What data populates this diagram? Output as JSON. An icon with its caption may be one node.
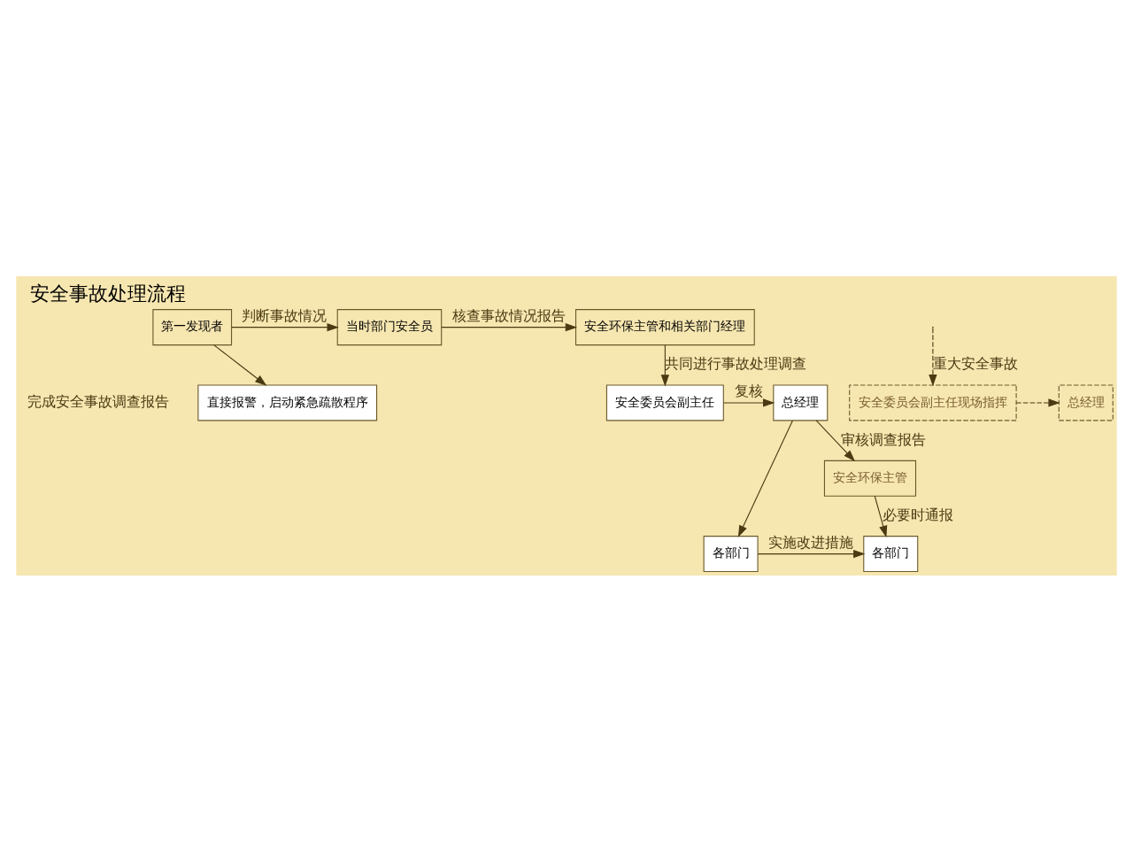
{
  "diagram": {
    "title": "安全事故处理流程",
    "nodes": [
      {
        "text": [
          "第一发现者"
        ]
      },
      {
        "text": [
          "当时部门安全员"
        ]
      },
      {
        "text": [
          "安全环保主管和相关部门经理"
        ]
      },
      {
        "text": [
          "直接报警，启动紧急疏散程序"
        ]
      },
      {
        "text": [
          "安全委员会副主任现场指挥"
        ]
      },
      {
        "text": [
          "总经理"
        ]
      },
      {
        "text": [
          "安全委员会副主任"
        ]
      },
      {
        "text": [
          "总经理"
        ]
      },
      {
        "text": [
          "安全环保主管"
        ]
      },
      {
        "text": [
          "各部门"
        ]
      },
      {
        "text": [
          "各部门"
        ]
      }
    ],
    "edges": [
      {
        "from": 0,
        "to": 1,
        "arrow": "to",
        "label": "判断事故情况"
      },
      {
        "from": 0,
        "to": 3,
        "arrow": "to"
      },
      {
        "from": 1,
        "to": 2,
        "arrow": "to",
        "label": "核查事故情况报告"
      },
      {
        "from": 2,
        "to": 6,
        "arrow": "to",
        "label": "共同进行事故处理调查"
      },
      {
        "from": null,
        "to": 4,
        "arrow": "to",
        "label": "重大安全事故",
        "style": "dashed"
      },
      {
        "from": 4,
        "to": 5,
        "arrow": "to",
        "style": "dashed"
      },
      {
        "from": 6,
        "to": 7,
        "arrow": "to",
        "label": "复核"
      },
      {
        "from": 7,
        "to": 8,
        "arrow": "to",
        "label": "审核调查报告"
      },
      {
        "from": 7,
        "to": 10,
        "arrow": "to"
      },
      {
        "from": 8,
        "to": 9,
        "arrow": "to",
        "label": "必要时通报"
      },
      {
        "from": 10,
        "to": 9,
        "arrow": "to",
        "label": "实施改进措施"
      }
    ],
    "labels": [
      "完成安全事故调查报告"
    ]
  }
}
